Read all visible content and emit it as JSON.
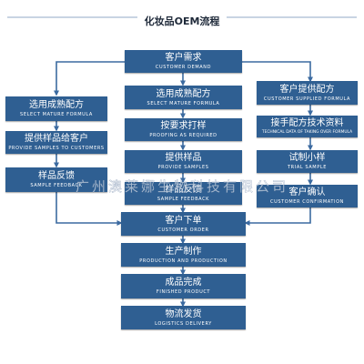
{
  "page": {
    "title": "化妆品OEM流程"
  },
  "watermark": "广州澳莱娜生物科技有限公司",
  "colors": {
    "box": "#2f5f92",
    "line": "#3b6aa0",
    "header_line": "#c8d4e3"
  },
  "steps": {
    "customer_demand": {
      "cn": "客户需求",
      "en": "CUSTOMER DEMAND"
    },
    "select_formula_center": {
      "cn": "选用成熟配方",
      "en": "SELECT MATURE FORMULA"
    },
    "proofing": {
      "cn": "按要求打样",
      "en": "PROOFING AS REQUIRED"
    },
    "provide_samples": {
      "cn": "提供样品",
      "en": "PROVIDE SAMPLES"
    },
    "sample_feedback_center": {
      "cn": "样品反馈",
      "en": "SAMPLE FEEDBACK"
    },
    "customer_order": {
      "cn": "客户下单",
      "en": "CUSTOMER ORDER"
    },
    "production": {
      "cn": "生产制作",
      "en": "PRODUCTION AND PRODUCTION"
    },
    "finished_product": {
      "cn": "成品完成",
      "en": "FINISHED PRODUCT"
    },
    "logistics": {
      "cn": "物流发货",
      "en": "LOGISTICS DELIVERY"
    },
    "select_formula_left": {
      "cn": "选用成熟配方",
      "en": "SELECT MATURE FORMULA"
    },
    "provide_samples_left": {
      "cn": "提供样品给客户",
      "en": "PROVIDE SAMPLES TO CUSTOMERS"
    },
    "sample_feedback_left": {
      "cn": "样品反馈",
      "en": "SAMPLE FEEDBACK"
    },
    "customer_formula": {
      "cn": "客户提供配方",
      "en": "CUSTOMER SUPPLIED FORMULA"
    },
    "take_over_formula": {
      "cn": "接手配方技术资料",
      "en": "TECHNICAL DATA OF TAKING OVER FORMULA"
    },
    "trial_sample": {
      "cn": "试制小样",
      "en": "TRIAL SAMPLE"
    },
    "customer_confirmation": {
      "cn": "客户确认",
      "en": "CUSTOMER CONFIRMATION"
    }
  }
}
